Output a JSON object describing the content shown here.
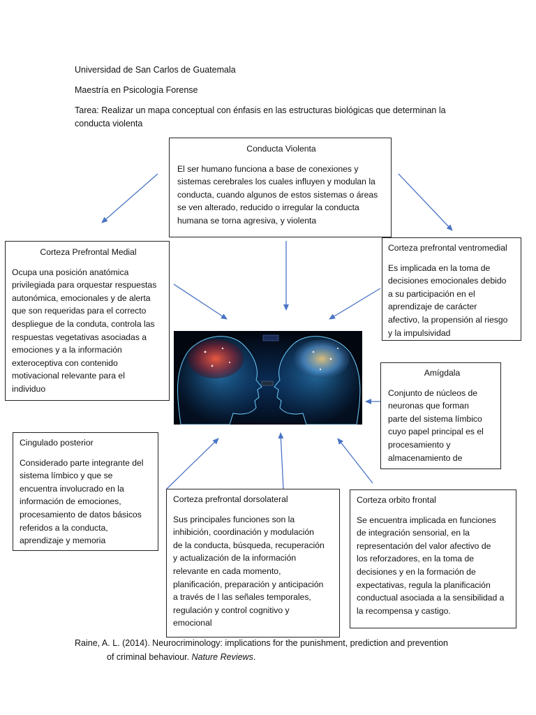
{
  "header": {
    "university": "Universidad de San Carlos de Guatemala",
    "program": "Maestría en Psicología Forense",
    "task_line1": "Tarea:  Realizar un mapa conceptual con énfasis en las estructuras biológicas que determinan la",
    "task_line2": "conducta violenta"
  },
  "center": {
    "title": "Conducta Violenta",
    "lines": [
      "El ser humano funciona a base de conexiones y",
      "sistemas cerebrales los cuales influyen y modulan la",
      "conducta, cuando algunos de estos sistemas o áreas",
      "se ven alterado, reducido o irregular la conducta",
      "humana se torna agresiva, y violenta"
    ]
  },
  "nodes": {
    "medial": {
      "title": "Corteza Prefrontal Medial",
      "lines": [
        "Ocupa una posición anatómica",
        "privilegiada para orquestar respuestas",
        "autonómica, emocionales y de alerta",
        "que son requeridas para el correcto",
        "despliegue de la conduta, controla las",
        "respuestas vegetativas asociadas a",
        "emociones y a la información",
        "exteroceptiva con contenido",
        "motivacional relevante para el",
        "individuo"
      ]
    },
    "ventromedial": {
      "title": "Corteza prefrontal ventromedial",
      "lines": [
        "Es implicada en la toma de",
        "decisiones emocionales debido",
        "a su participación en el",
        "aprendizaje de carácter",
        "afectivo, la propensión al riesgo",
        "y la impulsividad"
      ]
    },
    "amigdala": {
      "title": "Amígdala",
      "lines": [
        "Conjunto de núcleos de",
        "neuronas que forman",
        "parte del sistema límbico",
        "cuyo papel principal es  el",
        "procesamiento y",
        "almacenamiento de"
      ]
    },
    "cingulado": {
      "title": "Cingulado posterior",
      "lines": [
        "Considerado parte integrante del",
        "sistema límbico y que se",
        "encuentra involucrado en la",
        "información de emociones,",
        "procesamiento de datos básicos",
        "referidos a la conducta,",
        "aprendizaje y memoria"
      ]
    },
    "dorsolateral": {
      "title": "Corteza prefrontal dorsolateral",
      "lines": [
        "Sus principales funciones son la",
        "inhibición, coordinación y modulación",
        "de la conducta, búsqueda, recuperación",
        "y actualización de la información",
        "relevante en cada momento,",
        "planificación, preparación y anticipación",
        "a través de l las señales temporales,",
        "regulación y control cognitivo y",
        "emocional"
      ]
    },
    "orbito": {
      "title": "Corteza orbito frontal",
      "lines": [
        "Se encuentra implicada en funciones",
        "de integración sensorial, en la",
        "representación del valor afectivo de",
        "los reforzadores, en la toma de",
        "decisiones y en la formación de",
        "expectativas, regula la planificación",
        "conductual asociada a la sensibilidad a",
        "la recompensa y castigo."
      ]
    }
  },
  "reference": {
    "line1": "Raine, A. L. (2014). Neurocriminology: implications for the punishment, prediction and prevention",
    "line2_plain": "of criminal behaviour. ",
    "line2_italic": "Nature Reviews",
    "line2_end": "."
  },
  "colors": {
    "arrow": "#4a74c4",
    "border": "#222222",
    "brain_glow": "#3fb6ff"
  }
}
